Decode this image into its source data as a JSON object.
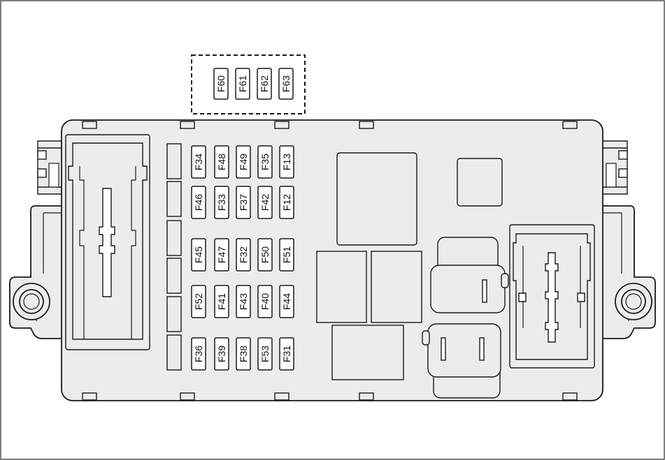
{
  "fuses": {
    "top_row": [
      "F60",
      "F61",
      "F62",
      "F63"
    ],
    "rows": [
      [
        "F34",
        "F48",
        "F49",
        "F35",
        "F13"
      ],
      [
        "F46",
        "F33",
        "F37",
        "F42",
        "F12"
      ],
      [
        "F45",
        "F47",
        "F32",
        "F50",
        "F51"
      ],
      [
        "F52",
        "F41",
        "F43",
        "F40",
        "F44"
      ],
      [
        "F36",
        "F39",
        "F38",
        "F53",
        "F31"
      ]
    ]
  },
  "colors": {
    "housing_fill": "#ececec",
    "stroke": "#1a1a1a",
    "fuse_fill": "#ffffff",
    "background": "#ffffff"
  }
}
